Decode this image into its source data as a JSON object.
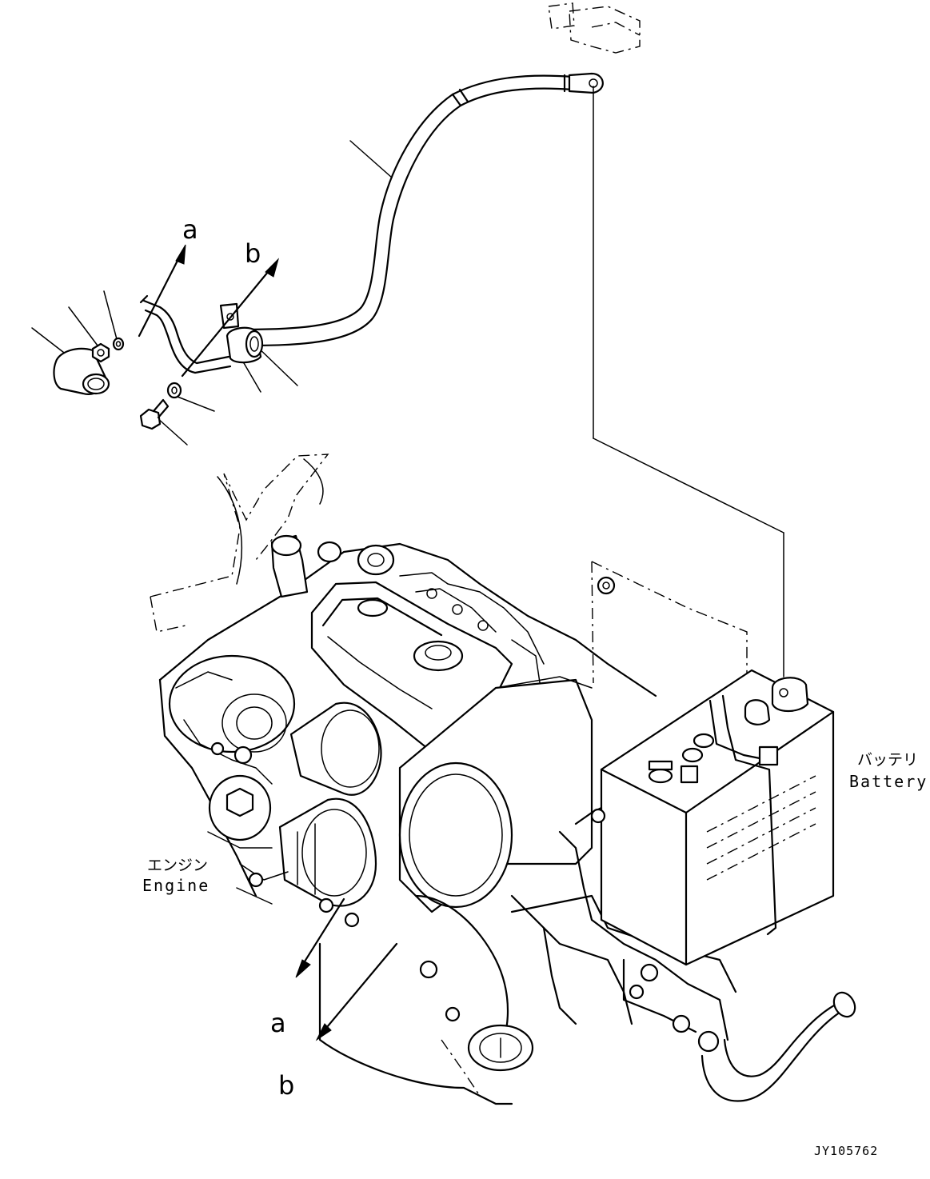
{
  "labels": {
    "arrow_a_top": "a",
    "arrow_b_top": "b",
    "arrow_a_bottom": "a",
    "arrow_b_bottom": "b",
    "battery_jp": "バッテリ",
    "battery_en": "Battery",
    "engine_jp": "エンジン",
    "engine_en": "Engine",
    "drawing_id": "JY105762"
  }
}
